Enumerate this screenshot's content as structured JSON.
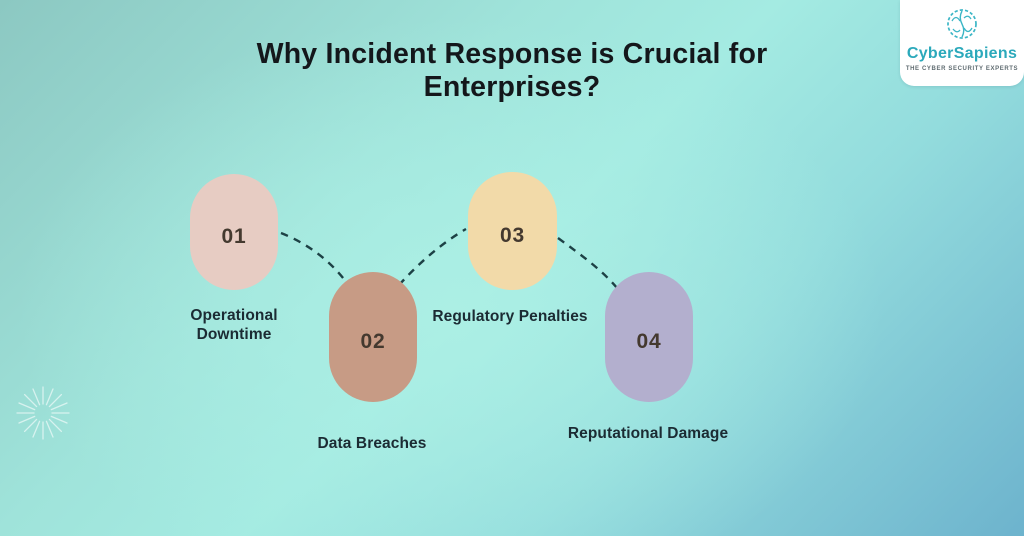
{
  "title": {
    "line1": "Why Incident Response is Crucial for",
    "line2": "Enterprises?"
  },
  "items": [
    {
      "number": "01",
      "label": "Operational Downtime",
      "color": "#e7ccc3"
    },
    {
      "number": "02",
      "label": "Data Breaches",
      "color": "#c79b85"
    },
    {
      "number": "03",
      "label": "Regulatory Penalties",
      "color": "#f2daa9"
    },
    {
      "number": "04",
      "label": "Reputational Damage",
      "color": "#b3afce"
    }
  ],
  "logo": {
    "name": "CyberSapiens",
    "tagline": "THE CYBER SECURITY EXPERTS",
    "brand_color": "#2ba9bb",
    "brain_icon": "brain-doodle-icon"
  },
  "decor": {
    "starburst_icon": "starburst-icon",
    "starburst_color": "#ffffff"
  },
  "colors": {
    "background_top_left": "#8cc8c2",
    "background_center": "#a4ebe2",
    "background_bottom_right": "#6db3cd",
    "connector_dash": "#1d4145",
    "title_text": "#14171b",
    "number_text": "#44392f",
    "label_text": "#1b2b33"
  }
}
